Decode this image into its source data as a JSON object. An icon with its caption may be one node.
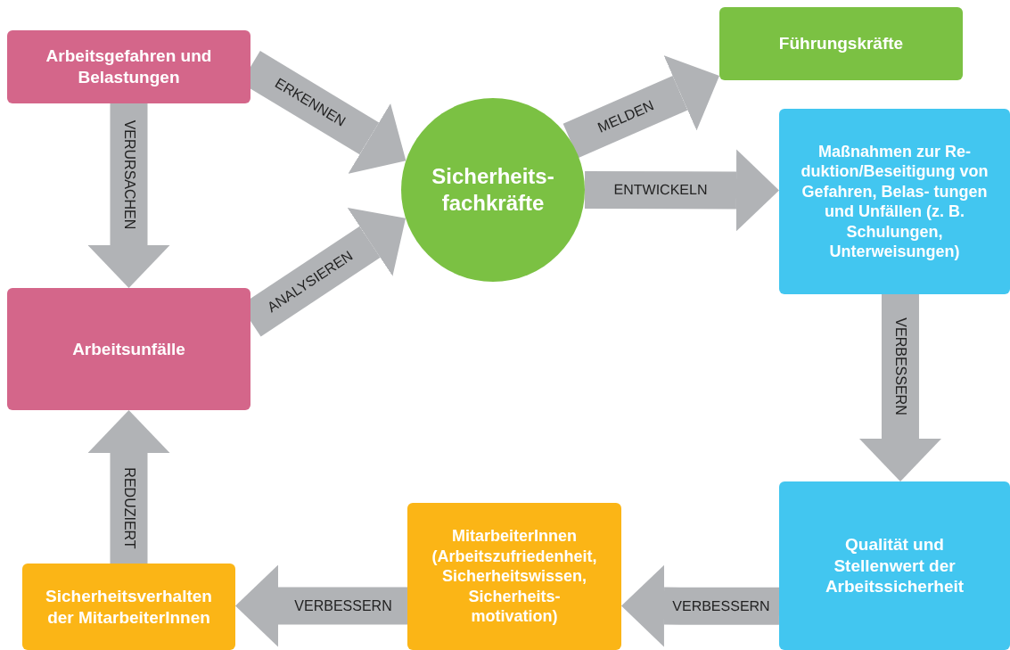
{
  "diagram": {
    "nodes": [
      {
        "text": [
          "Arbeitsgefahren und Belastungen"
        ]
      },
      {
        "text": [
          "Sicherheits- fachkräfte"
        ]
      },
      {
        "text": [
          "Führungskräfte"
        ]
      },
      {
        "text": [
          "Maßnahmen zur Re- duktion/Beseitigung von Gefahren, Belas- tungen und Unfällen (z. B. Schulungen, Unterweisungen)"
        ]
      },
      {
        "text": [
          "Arbeitsunfälle"
        ]
      },
      {
        "text": [
          "Qualität und Stellenwert der Arbeitssicherheit"
        ]
      },
      {
        "text": [
          "MitarbeiterInnen (Arbeitszufriedenheit, Sicherheitswissen, Sicherheits- motivation)"
        ]
      },
      {
        "text": [
          "Sicherheitsverhalten der MitarbeiterInnen"
        ]
      }
    ],
    "edges": [
      {
        "from": 0,
        "to": 1,
        "arrow": "to",
        "label": "ERKENNEN"
      },
      {
        "from": 0,
        "to": 4,
        "arrow": "to",
        "label": "VERURSACHEN"
      },
      {
        "from": 4,
        "to": 1,
        "arrow": "to",
        "label": "ANALYSIEREN"
      },
      {
        "from": 1,
        "to": 2,
        "arrow": "to",
        "label": "MELDEN"
      },
      {
        "from": 1,
        "to": 3,
        "arrow": "to",
        "label": "ENTWICKELN"
      },
      {
        "from": 3,
        "to": 5,
        "arrow": "to",
        "label": "VERBESSERN"
      },
      {
        "from": 5,
        "to": 6,
        "arrow": "to",
        "label": "VERBESSERN"
      },
      {
        "from": 6,
        "to": 7,
        "arrow": "to",
        "label": "VERBESSERN"
      },
      {
        "from": 7,
        "to": 4,
        "arrow": "to",
        "label": "REDUZIERT"
      }
    ]
  }
}
